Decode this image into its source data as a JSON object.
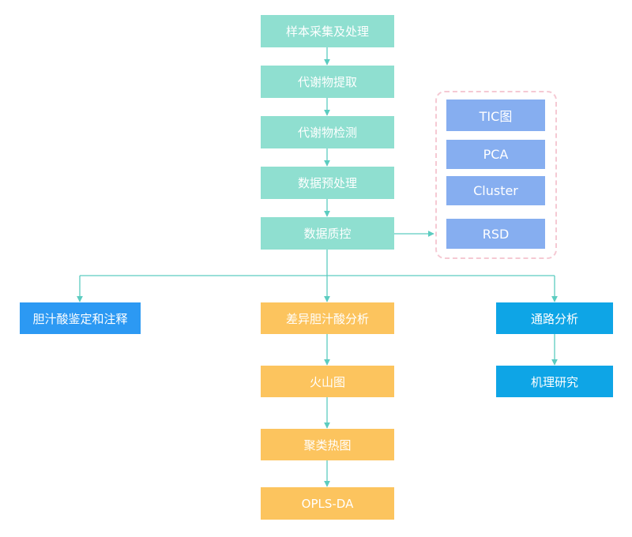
{
  "colors": {
    "pipeline": "#8fdfd0",
    "analysis": "#fcc45e",
    "identification": "#2c99f3",
    "pathway": "#0ea5e6",
    "qc_metric": "#86aef0",
    "qc_border": "#f5c9d3",
    "connector": "#5cccc0"
  },
  "pipeline": [
    "样本采集及处理",
    "代谢物提取",
    "代谢物检测",
    "数据预处理",
    "数据质控"
  ],
  "qc_metrics": [
    "TIC图",
    "PCA",
    "Cluster",
    "RSD"
  ],
  "branches": {
    "identification": "胆汁酸鉴定和注释",
    "differential": "差异胆汁酸分析",
    "pathway": "通路分析"
  },
  "differential_steps": [
    "火山图",
    "聚类热图",
    "OPLS-DA"
  ],
  "pathway_steps": [
    "机理研究"
  ]
}
